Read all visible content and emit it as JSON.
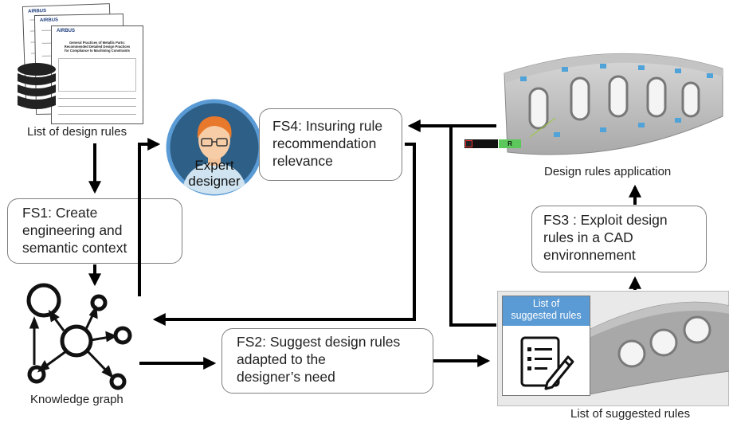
{
  "captions": {
    "design_rules_list": "List of design rules",
    "knowledge_graph": "Knowledge graph",
    "design_rules_application": "Design rules application",
    "suggested_rules_list": "List of suggested rules"
  },
  "steps": {
    "fs1": "FS1: Create\nengineering and\nsemantic context",
    "fs2": "FS2: Suggest design rules\nadapted to the\ndesigner’s need",
    "fs3": "FS3 : Exploit design\nrules in a CAD\nenvironnement",
    "fs4": "FS4: Insuring rule\nrecommendation\nrelevance"
  },
  "expert": {
    "label": "Expert\ndesigner"
  },
  "suggested_card": {
    "header": "List of\nsuggested rules"
  },
  "doc_thumbnail": {
    "brand": "AIRBUS",
    "title": "General Practices of Metallic Parts:\nRecommended Detailed Design Practices\nfor Compliance to Machining Constraints"
  },
  "cad_tags": {
    "right_tag": "R"
  },
  "colors": {
    "arrow": "#000000",
    "box_border": "#7f7f7f",
    "accent_blue": "#5b9bd5",
    "avatar_bg": "#2e5f86",
    "avatar_ring": "#5b9bd5",
    "tag_green": "#5cc85c"
  },
  "icons": [
    "database-icon",
    "document-stack-icon",
    "knowledge-graph-icon",
    "checklist-pencil-icon",
    "expert-avatar-icon",
    "cad-part-icon"
  ]
}
